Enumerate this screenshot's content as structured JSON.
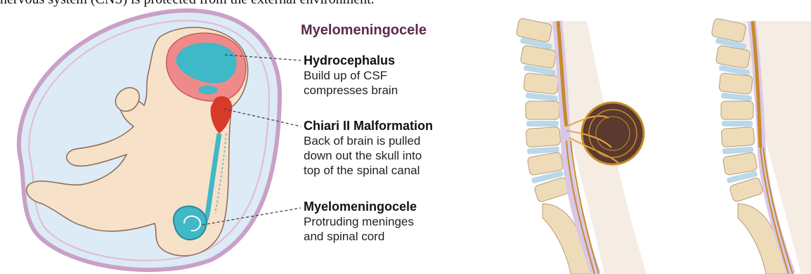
{
  "top_text": "nervous system (CNS) is protected from the external environment.",
  "title": "Myelomeningocele",
  "labels": [
    {
      "heading": "Hydrocephalus",
      "lines": [
        "Build up of CSF",
        "compresses brain"
      ]
    },
    {
      "heading": "Chiari II Malformation",
      "lines": [
        "Back of brain is pulled",
        "down out the skull into",
        "top of the spinal canal"
      ]
    },
    {
      "heading": "Myelomeningocele",
      "lines": [
        "Protruding meninges",
        "and spinal cord"
      ]
    }
  ],
  "colors": {
    "uterus_outline": "#c9a0c8",
    "amniotic": "#dcebf5",
    "skin": "#f7e1c8",
    "csf": "#3fb8c8",
    "brain": "#f08a8a",
    "hindbrain": "#d83a2a",
    "bone": "#eedcb8",
    "disc": "#b8d8ec",
    "cord": "#c88a2a",
    "sac": "#5a3a2e"
  }
}
